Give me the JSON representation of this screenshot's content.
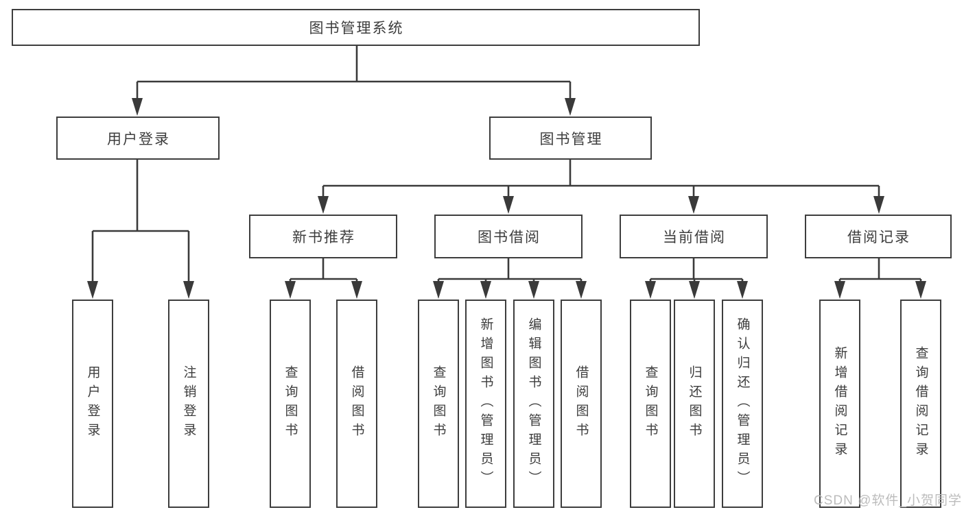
{
  "palette": {
    "background": "#ffffff",
    "line_color": "#3a3a3a",
    "border_color": "#3d3d3d",
    "text_color": "#3d3d3d",
    "watermark_color": "#bcbcbc"
  },
  "root": {
    "label": "图书管理系统"
  },
  "level2": {
    "user_login": "用户登录",
    "book_management": "图书管理"
  },
  "level3": {
    "new_books": "新书推荐",
    "book_borrowing": "图书借阅",
    "current_borrowing": "当前借阅",
    "borrowing_records": "借阅记录"
  },
  "leaves": {
    "user_login": [
      "用户登录",
      "注销登录"
    ],
    "new_books": [
      "查询图书",
      "借阅图书"
    ],
    "book_borrowing": [
      "查询图书",
      "新增图书（管理员）",
      "编辑图书（管理员）",
      "借阅图书"
    ],
    "current_borrowing": [
      "查询图书",
      "归还图书",
      "确认归还（管理员）"
    ],
    "borrowing_records": [
      "新增借阅记录",
      "查询借阅记录"
    ]
  },
  "watermark": "CSDN @软件_小贺同学"
}
